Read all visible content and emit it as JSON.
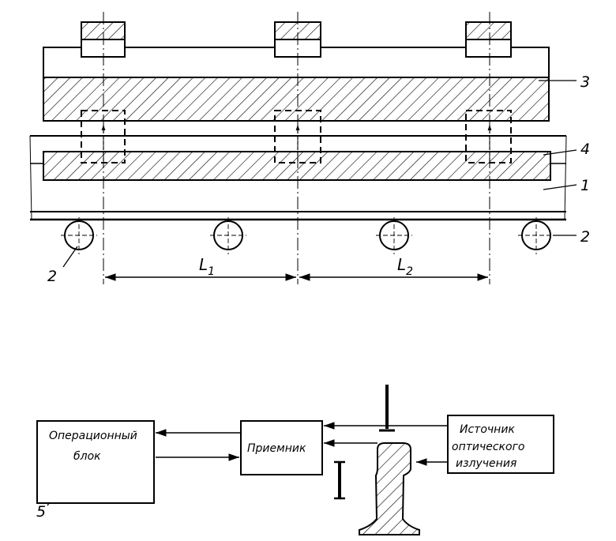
{
  "diagram": {
    "callouts": {
      "c1": "1",
      "c2_left": "2",
      "c2_right": "2",
      "c3": "3",
      "c4": "4",
      "c5": "5"
    },
    "dimensions": {
      "l1_main": "L",
      "l1_sub": "1",
      "l2_main": "L",
      "l2_sub": "2"
    },
    "blocks": {
      "operational": [
        "Операционный",
        "блок"
      ],
      "receiver": "Приемник",
      "source": [
        "Источник",
        "оптического",
        "излучения"
      ]
    }
  }
}
